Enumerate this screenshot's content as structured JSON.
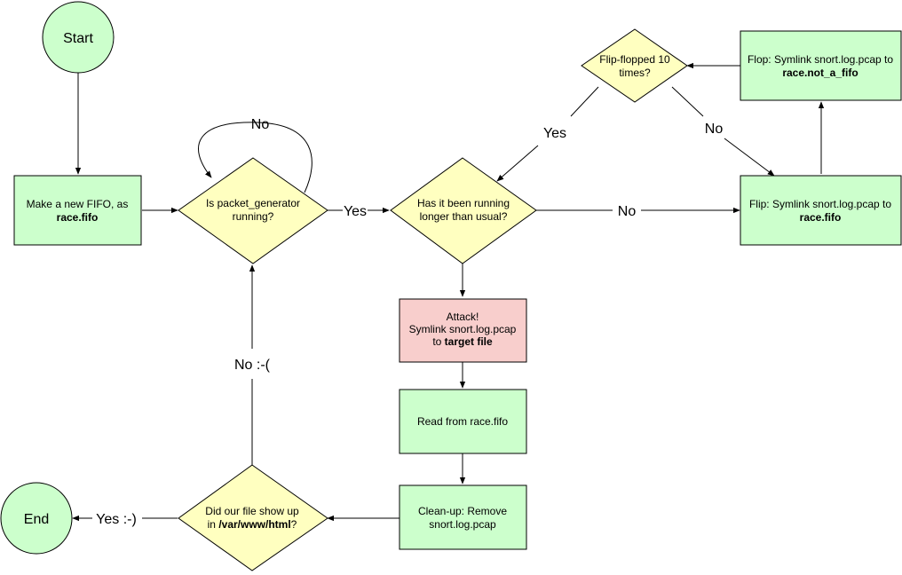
{
  "colors": {
    "terminal_fill": "#ccffcc",
    "process_fill": "#ccffcc",
    "decision_fill": "#ffffc0",
    "attack_fill": "#f8cecc",
    "stroke": "#000000"
  },
  "nodes": {
    "start": {
      "label": "Start"
    },
    "end": {
      "label": "End"
    },
    "make_fifo": {
      "line1": "Make a new FIFO, as",
      "line2": "race.fifo"
    },
    "is_running": {
      "line1": "Is packet_generator",
      "line2": "running?"
    },
    "running_longer": {
      "line1": "Has it been running",
      "line2": "longer than usual?"
    },
    "flip": {
      "line1": "Flip: Symlink snort.log.pcap to",
      "line2": "race.fifo"
    },
    "flop": {
      "line1": "Flop: Symlink snort.log.pcap to",
      "line2": "race.not_a_fifo"
    },
    "flip_flopped": {
      "line1": "Flip-flopped 10",
      "line2": "times?"
    },
    "attack": {
      "line1": "Attack!",
      "line2": "Symlink snort.log.pcap",
      "line3_prefix": "to ",
      "line3_bold": "target file"
    },
    "read_fifo": {
      "label": "Read from race.fifo"
    },
    "cleanup": {
      "line1": "Clean-up: Remove",
      "line2": "snort.log.pcap"
    },
    "file_show": {
      "line1": "Did our file show up",
      "line2_prefix": "in ",
      "line2_bold": "/var/www/html",
      "line2_suffix": "?"
    }
  },
  "edge_labels": {
    "no_loop": "No",
    "yes_running": "Yes",
    "no_longer": "No",
    "yes_flipflop": "Yes",
    "no_flipflop": "No",
    "no_sad": "No :-(",
    "yes_happy": "Yes :-)"
  }
}
